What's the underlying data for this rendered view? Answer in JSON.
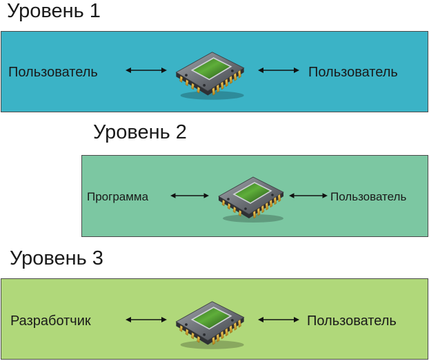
{
  "levels": [
    {
      "title": "Уровень 1",
      "left_label": "Пользователь",
      "right_label": "Пользователь",
      "color": "#3bb3c6"
    },
    {
      "title": "Уровень 2",
      "left_label": "Программа",
      "right_label": "Пользователь",
      "color": "#7cc7a2"
    },
    {
      "title": "Уровень 3",
      "left_label": "Разработчик",
      "right_label": "Пользователь",
      "color": "#b0d87a"
    }
  ],
  "colors": {
    "chip_body": "#6e7278",
    "chip_screen": "#3d8a2a",
    "chip_pins": "#d9a52b",
    "arrow": "#111111"
  },
  "icons": {
    "chip": "microchip-icon",
    "arrow": "double-arrow-icon"
  }
}
